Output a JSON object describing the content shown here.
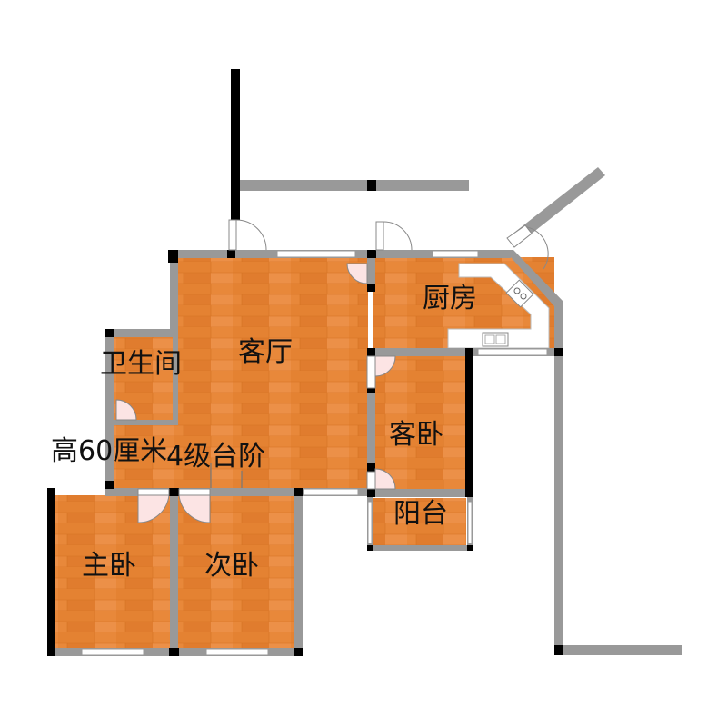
{
  "plan": {
    "rooms": {
      "living_room": "客厅",
      "bathroom": "卫生间",
      "kitchen": "厨房",
      "guest_bedroom": "客卧",
      "balcony": "阳台",
      "master_bedroom": "主卧",
      "second_bedroom": "次卧"
    },
    "notes": {
      "height_note": "高60厘米",
      "steps_note": "4级台阶"
    }
  },
  "colors": {
    "floor": "#E8883A",
    "wall": "#999999",
    "wall_dark": "#000000",
    "window": "#FFFFFF",
    "door_fill": "#FCE4E4",
    "counter": "#FFFFFF"
  }
}
